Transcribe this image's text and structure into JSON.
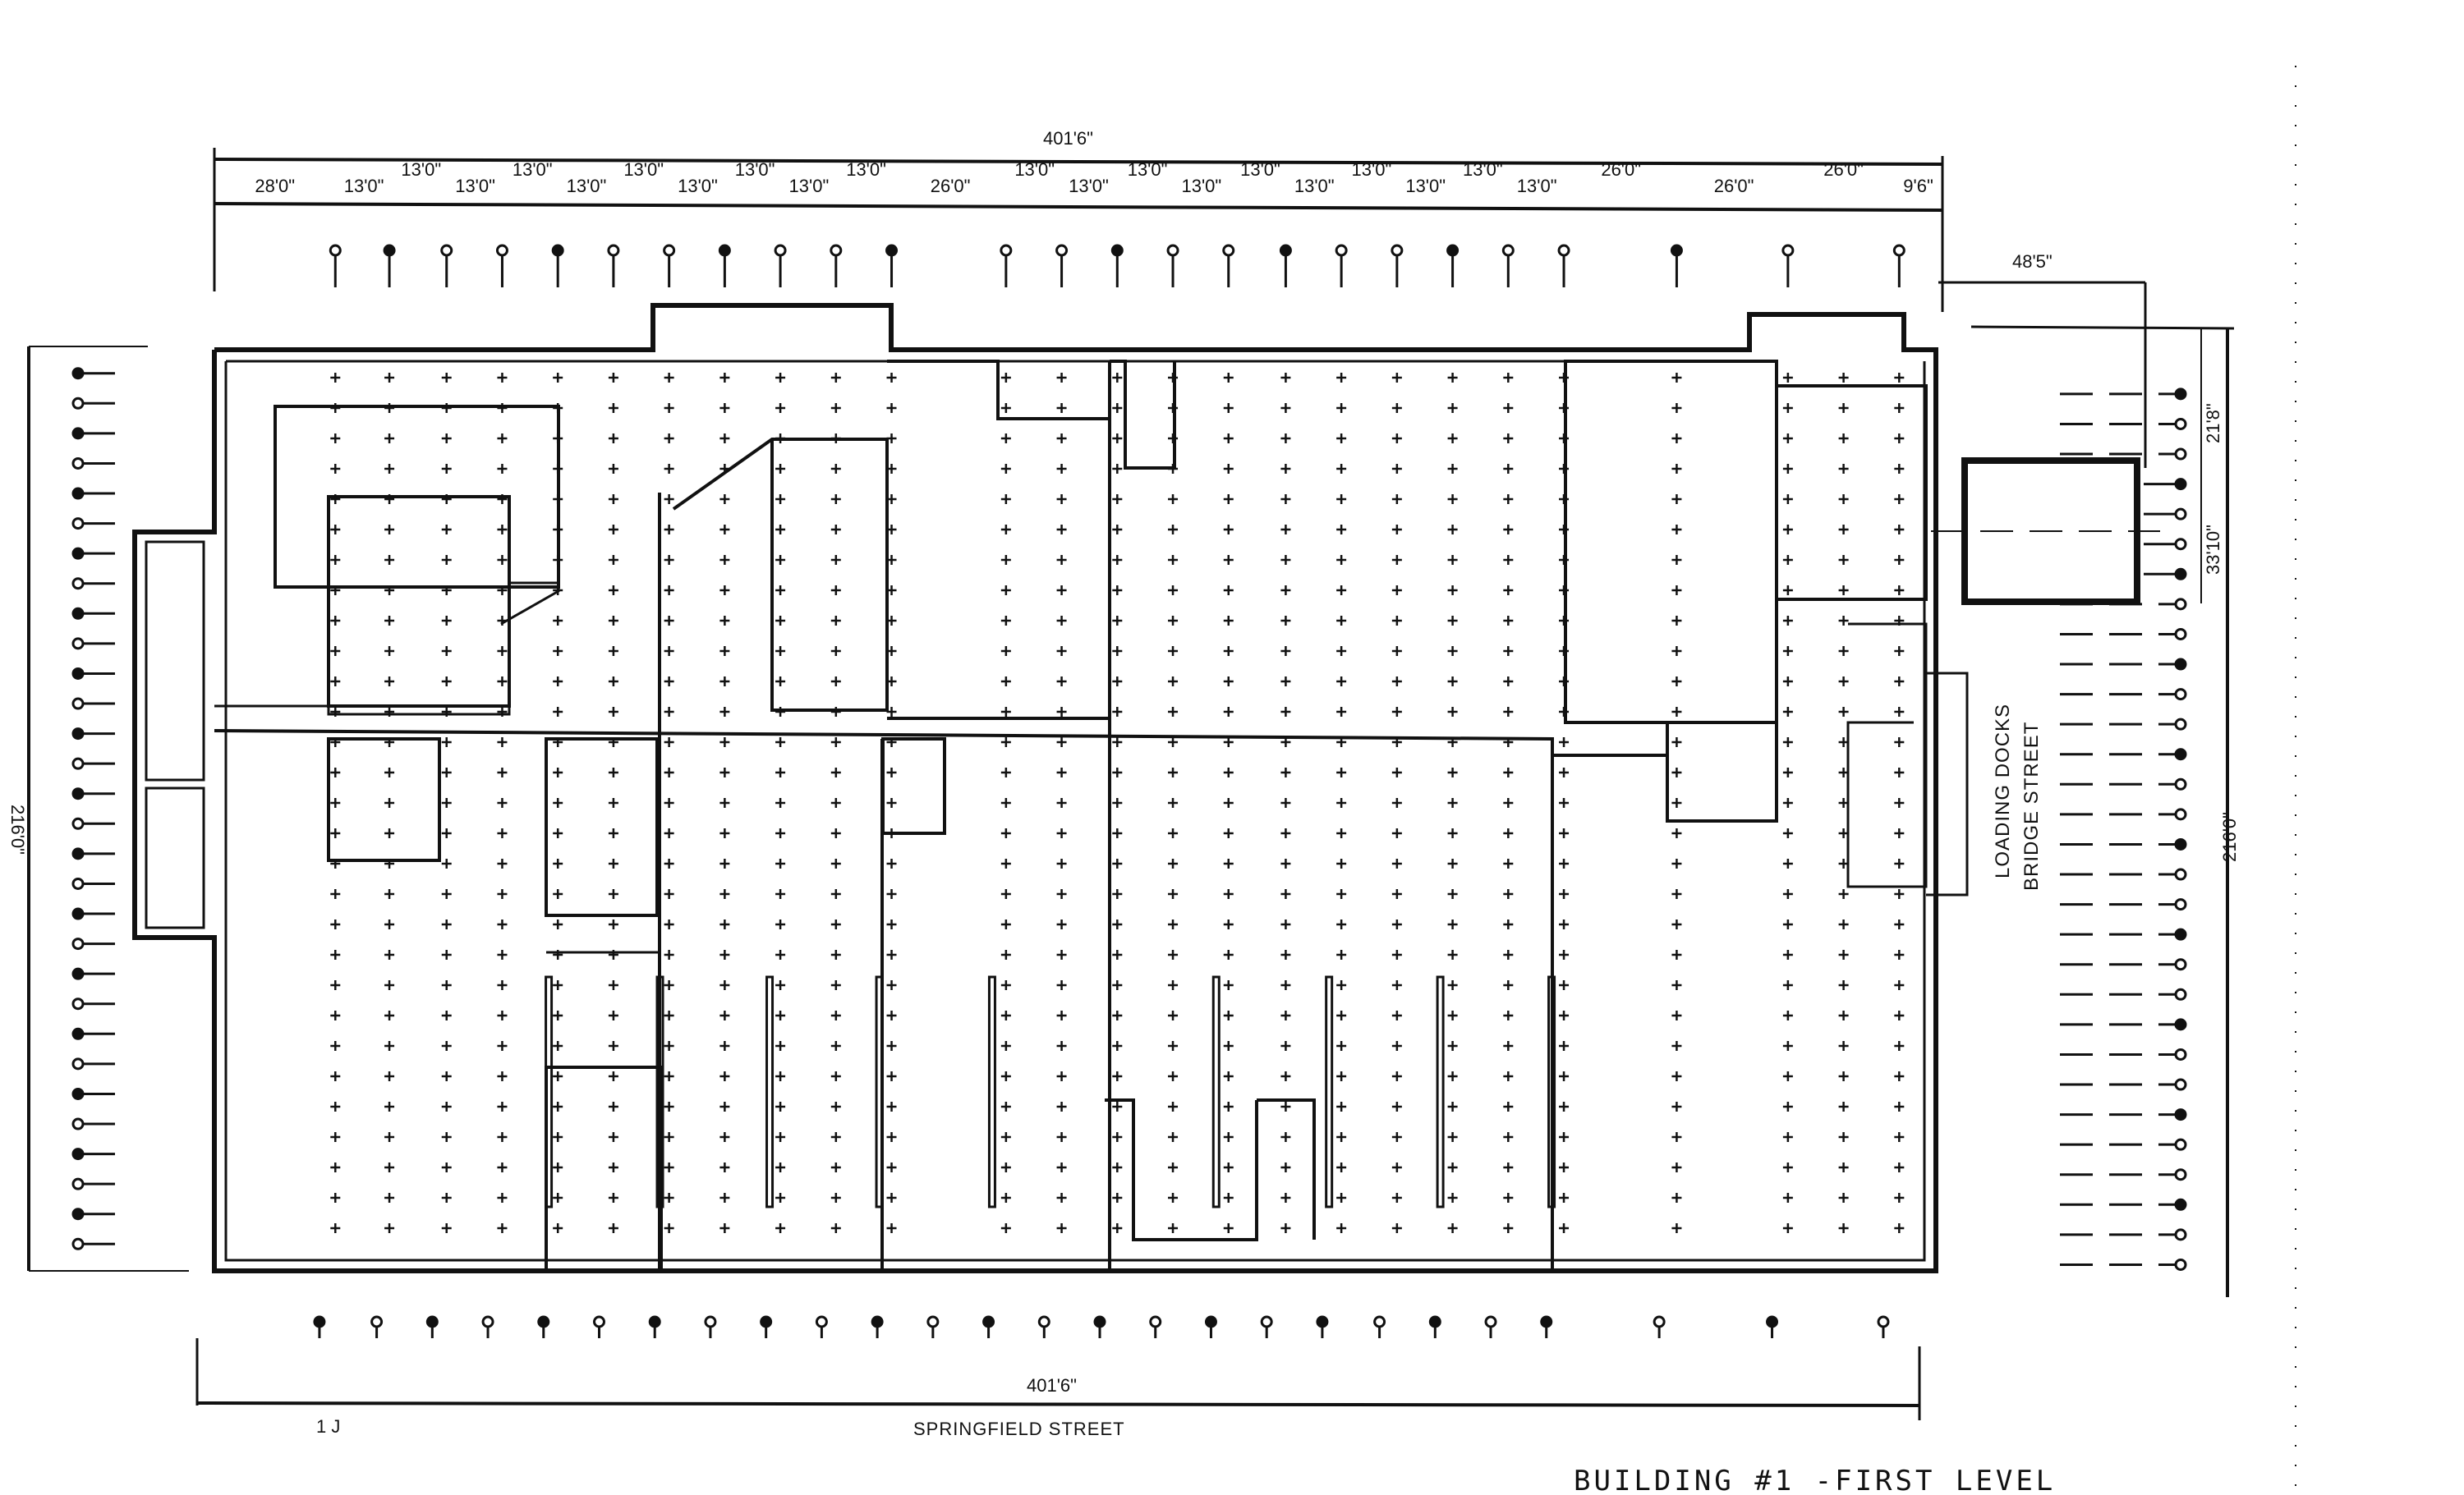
{
  "title": "BUILDING #1 -FIRST LEVEL",
  "top_dimension": {
    "overall": "401'6\"",
    "bays": [
      "28'0\"",
      "13'0\"",
      "13'0\"",
      "13'0\"",
      "13'0\"",
      "13'0\"",
      "13'0\"",
      "13'0\"",
      "13'0\"",
      "13'0\"",
      "13'0\"",
      "26'0\"",
      "13'0\"",
      "13'0\"",
      "13'0\"",
      "13'0\"",
      "13'0\"",
      "13'0\"",
      "13'0\"",
      "13'0\"",
      "13'0\"",
      "13'0\"",
      "26'0\"",
      "26'0\"",
      "26'0\"",
      "9'6\""
    ]
  },
  "bottom_dimension": {
    "overall": "401'6\"",
    "street": "SPRINGFIELD STREET",
    "note": "1 J"
  },
  "right_side": {
    "offset": "48'5\"",
    "dock_width_a": "21'8\"",
    "dock_width_b": "33'10\"",
    "overall": "216'0\"",
    "label_1": "LOADING DOCKS",
    "label_2": "BRIDGE STREET"
  },
  "left_side": {
    "overall": "216'0\""
  }
}
